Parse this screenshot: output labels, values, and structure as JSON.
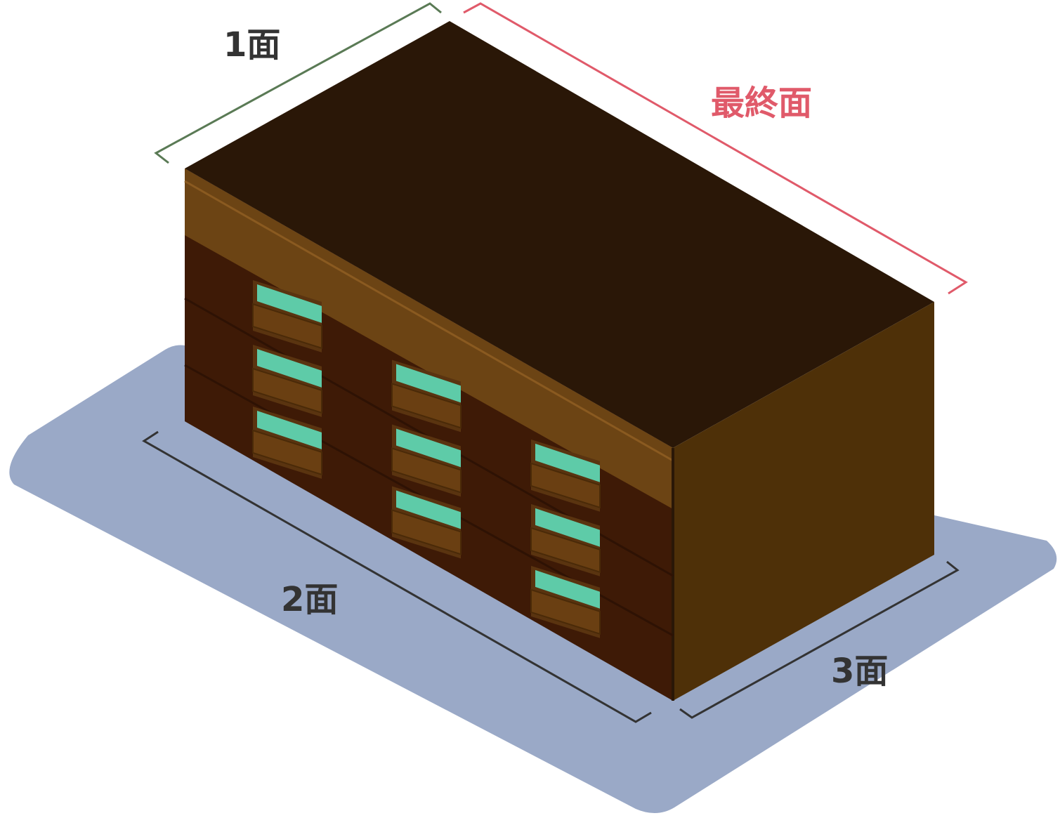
{
  "labels": {
    "face1": "1面",
    "face2": "2面",
    "face3": "3面",
    "final_face": "最終面"
  },
  "colors": {
    "ground": "#9AA9C7",
    "roof": "#2A1707",
    "front_wall": "#3E1A06",
    "cornice": "#6C4414",
    "side_wall": "#4E3008",
    "window_glass": "#5ECBA8",
    "ledge": "#6A3F12",
    "bracket_green": "#5A7A55",
    "bracket_red": "#E05A6A",
    "bracket_dark": "#333333"
  }
}
